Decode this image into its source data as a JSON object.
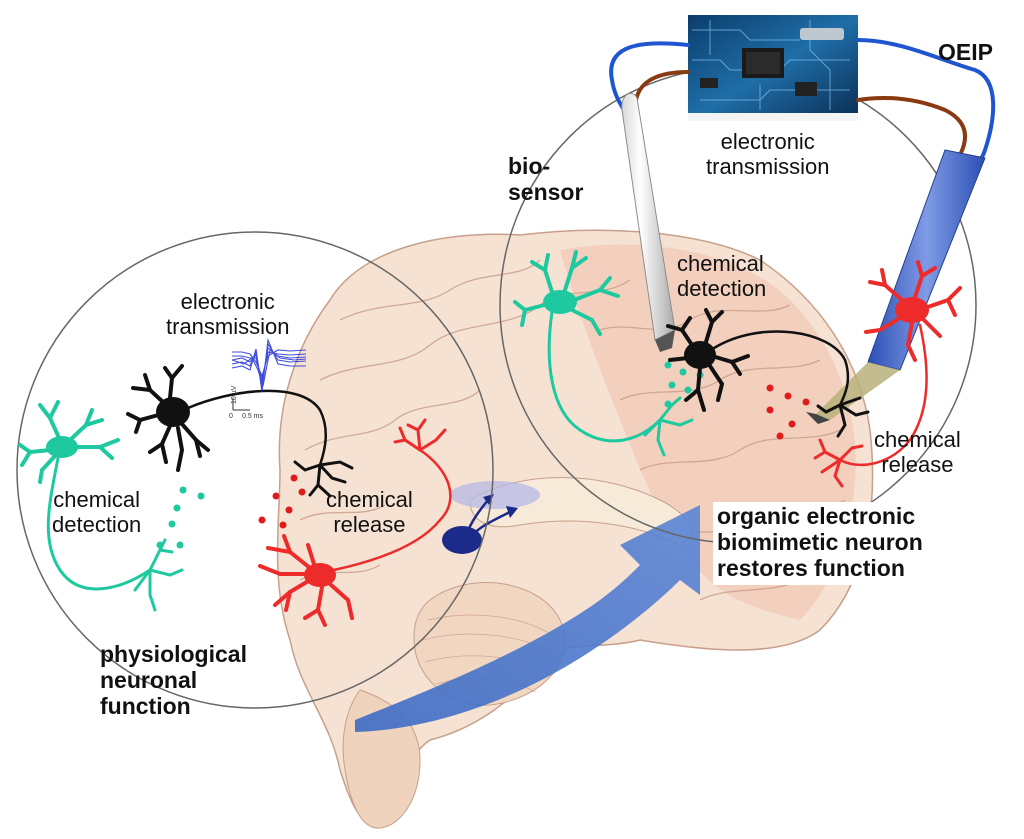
{
  "labels": {
    "left_electronic_transmission": "electronic\ntransmission",
    "left_chemical_detection": "chemical\ndetection",
    "left_chemical_release": "chemical\nrelease",
    "physiological": "physiological\nneuronal\nfunction",
    "biosensor": "bio-\nsensor",
    "oeip": "OEIP",
    "right_electronic_transmission": "electronic\ntransmission",
    "right_chemical_detection": "chemical\ndetection",
    "right_chemical_release": "chemical\nrelease",
    "organic_neuron": "organic electronic\nbiomimetic neuron\nrestores function"
  },
  "scale_bar": {
    "vertical": "10 µV",
    "horizontal": "0.5 ms",
    "origin": "0"
  },
  "colors": {
    "sensory_neuron": "#1fc9a0",
    "relay_neuron": "#111111",
    "motor_neuron": "#ee2b2b",
    "spike_trace": "#1f2fd6",
    "brain": "#f2d9c8",
    "arrow": "#4a76c8",
    "wire_blue": "#1f56d0",
    "wire_brown": "#8a3a10"
  },
  "icons": [
    "brain-illustration",
    "circuit-board-photo",
    "biosensor-probe",
    "oeip-device"
  ]
}
